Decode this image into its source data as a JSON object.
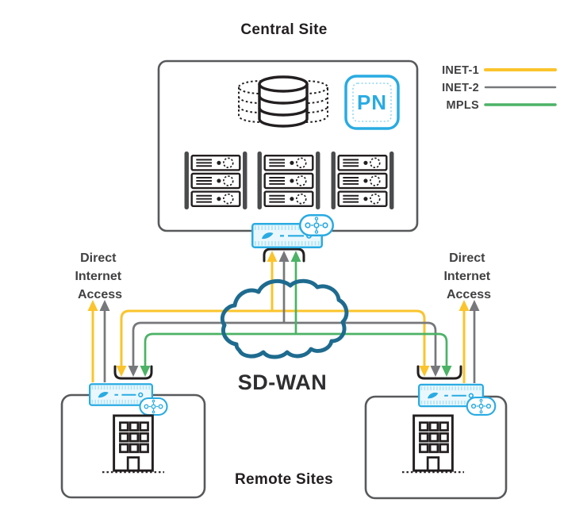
{
  "title": "Central Site",
  "cloud_label": "SD-WAN",
  "remote_sites_label": "Remote Sites",
  "pn_badge_label": "PN",
  "dia": [
    "Direct",
    "Internet",
    "Access"
  ],
  "legend": {
    "items": [
      {
        "label": "INET-1",
        "color": "#FBC42C"
      },
      {
        "label": "INET-2",
        "color": "#77787B"
      },
      {
        "label": "MPLS",
        "color": "#4CB266"
      }
    ]
  },
  "colors": {
    "inet1": "#FBC42C",
    "inet2": "#77787B",
    "mpls": "#4CB266",
    "accent": "#29ABE2",
    "cloud": "#1E6B8F",
    "outline": "#58595B",
    "dark": "#231F20"
  }
}
